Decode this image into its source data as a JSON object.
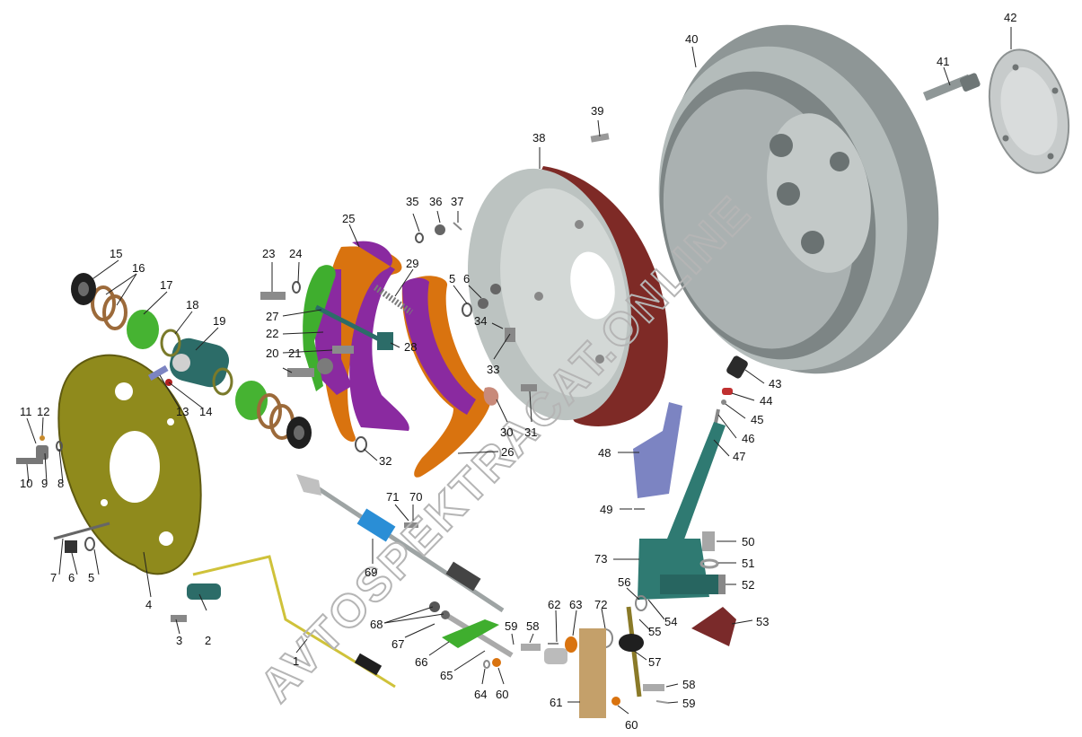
{
  "watermark": "AVTOSPEKTRACAT.ONLINE",
  "callouts": [
    {
      "id": "c1",
      "text": "1"
    },
    {
      "id": "c2",
      "text": "2"
    },
    {
      "id": "c3",
      "text": "3"
    },
    {
      "id": "c4",
      "text": "4"
    },
    {
      "id": "c5a",
      "text": "5"
    },
    {
      "id": "c5b",
      "text": "5"
    },
    {
      "id": "c6a",
      "text": "6"
    },
    {
      "id": "c6b",
      "text": "6"
    },
    {
      "id": "c7",
      "text": "7"
    },
    {
      "id": "c8",
      "text": "8"
    },
    {
      "id": "c9",
      "text": "9"
    },
    {
      "id": "c10",
      "text": "10"
    },
    {
      "id": "c11",
      "text": "11"
    },
    {
      "id": "c12",
      "text": "12"
    },
    {
      "id": "c13",
      "text": "13"
    },
    {
      "id": "c14",
      "text": "14"
    },
    {
      "id": "c15",
      "text": "15"
    },
    {
      "id": "c16",
      "text": "16"
    },
    {
      "id": "c17",
      "text": "17"
    },
    {
      "id": "c18",
      "text": "18"
    },
    {
      "id": "c19",
      "text": "19"
    },
    {
      "id": "c20",
      "text": "20"
    },
    {
      "id": "c21",
      "text": "21"
    },
    {
      "id": "c22",
      "text": "22"
    },
    {
      "id": "c23",
      "text": "23"
    },
    {
      "id": "c24",
      "text": "24"
    },
    {
      "id": "c25",
      "text": "25"
    },
    {
      "id": "c26",
      "text": "26"
    },
    {
      "id": "c27",
      "text": "27"
    },
    {
      "id": "c28",
      "text": "28"
    },
    {
      "id": "c29",
      "text": "29"
    },
    {
      "id": "c30",
      "text": "30"
    },
    {
      "id": "c31",
      "text": "31"
    },
    {
      "id": "c32",
      "text": "32"
    },
    {
      "id": "c33",
      "text": "33"
    },
    {
      "id": "c34",
      "text": "34"
    },
    {
      "id": "c35",
      "text": "35"
    },
    {
      "id": "c36",
      "text": "36"
    },
    {
      "id": "c37",
      "text": "37"
    },
    {
      "id": "c38",
      "text": "38"
    },
    {
      "id": "c39",
      "text": "39"
    },
    {
      "id": "c40",
      "text": "40"
    },
    {
      "id": "c41",
      "text": "41"
    },
    {
      "id": "c42",
      "text": "42"
    },
    {
      "id": "c43",
      "text": "43"
    },
    {
      "id": "c44",
      "text": "44"
    },
    {
      "id": "c45",
      "text": "45"
    },
    {
      "id": "c46",
      "text": "46"
    },
    {
      "id": "c47",
      "text": "47"
    },
    {
      "id": "c48",
      "text": "48"
    },
    {
      "id": "c49",
      "text": "49"
    },
    {
      "id": "c50",
      "text": "50"
    },
    {
      "id": "c51",
      "text": "51"
    },
    {
      "id": "c52",
      "text": "52"
    },
    {
      "id": "c53",
      "text": "53"
    },
    {
      "id": "c54",
      "text": "54"
    },
    {
      "id": "c55",
      "text": "55"
    },
    {
      "id": "c56",
      "text": "56"
    },
    {
      "id": "c57",
      "text": "57"
    },
    {
      "id": "c58a",
      "text": "58"
    },
    {
      "id": "c58b",
      "text": "58"
    },
    {
      "id": "c59a",
      "text": "59"
    },
    {
      "id": "c59b",
      "text": "59"
    },
    {
      "id": "c60a",
      "text": "60"
    },
    {
      "id": "c60b",
      "text": "60"
    },
    {
      "id": "c61",
      "text": "61"
    },
    {
      "id": "c62",
      "text": "62"
    },
    {
      "id": "c63",
      "text": "63"
    },
    {
      "id": "c64",
      "text": "64"
    },
    {
      "id": "c65",
      "text": "65"
    },
    {
      "id": "c66",
      "text": "66"
    },
    {
      "id": "c67",
      "text": "67"
    },
    {
      "id": "c68",
      "text": "68"
    },
    {
      "id": "c69",
      "text": "69"
    },
    {
      "id": "c70",
      "text": "70"
    },
    {
      "id": "c71",
      "text": "71"
    },
    {
      "id": "c72",
      "text": "72"
    },
    {
      "id": "c73",
      "text": "73"
    }
  ],
  "colors": {
    "backing_plate": "#8f8a1c",
    "brake_drum": "#7e2a26",
    "drum_inner": "#c4cbc8",
    "wheel_rim": "#9ba3a3",
    "shoe_body": "#8a2aa0",
    "shoe_lining": "#d9730f",
    "lever_green": "#3fae2e",
    "teal_part": "#2c6c68",
    "cable_blue": "#2a8ed6",
    "parking_lever": "#2f7a72",
    "lever_guard": "#7c84c2",
    "bracket_red": "#7a2a2a",
    "yellow_line": "#cfc23a",
    "plate_tan": "#c4a06a"
  }
}
